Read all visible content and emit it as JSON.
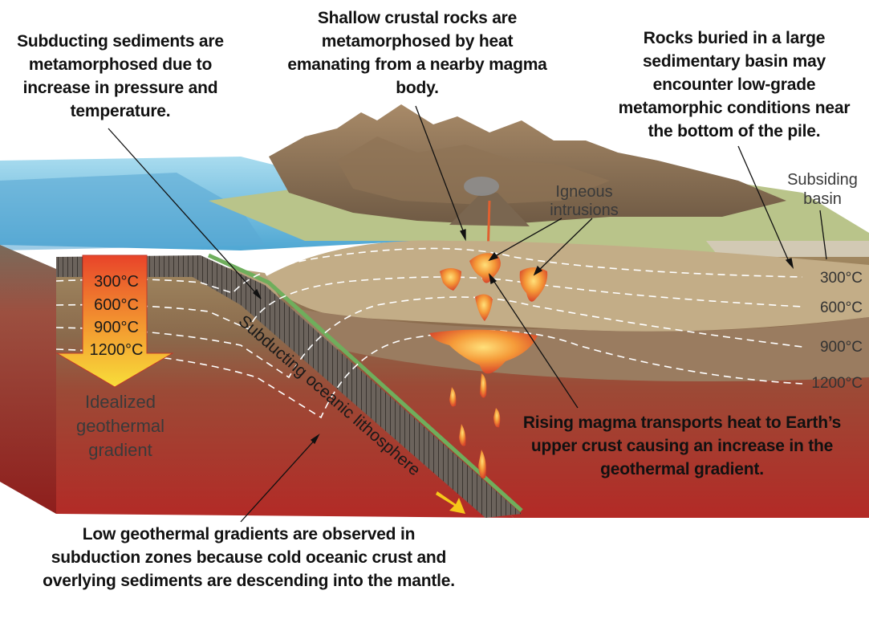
{
  "callouts": {
    "subducting_sediments": "Subducting sediments are metamorphosed due to increase in pressure and temperature.",
    "shallow_crust": "Shallow crustal rocks are metamorphosed by heat emanating from a nearby magma body.",
    "sedimentary_basin": "Rocks buried in a large sedimentary basin may encounter low-grade metamorphic conditions near the bottom of the pile.",
    "rising_magma": "Rising magma transports heat to Earth’s upper crust causing an increase in the geothermal gradient.",
    "low_gradient": "Low geothermal gradients are observed in subduction zones because cold oceanic crust and overlying sediments are descending into the mantle."
  },
  "labels": {
    "igneous_intrusions": [
      "Igneous",
      "intrusions"
    ],
    "subsiding_basin": [
      "Subsiding",
      "basin"
    ],
    "idealized_gradient": [
      "Idealized",
      "geothermal",
      "gradient"
    ],
    "subducting_lithosphere": "Subducting oceanic lithosphere"
  },
  "isotherms": [
    "300°C",
    "600°C",
    "900°C",
    "1200°C"
  ],
  "colors": {
    "ocean": "#7cc3e0",
    "crust": "#c8b08a",
    "mantle": "#b8322c",
    "magma": "#f07a2a",
    "arrow_top": "#e8442a",
    "arrow_bottom": "#f8de3a"
  }
}
